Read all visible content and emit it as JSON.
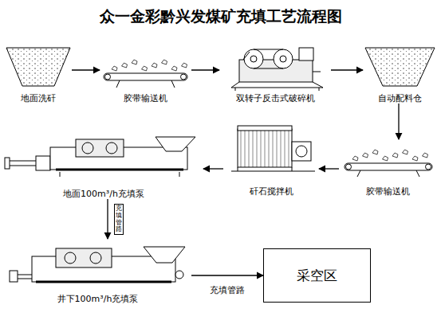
{
  "diagram": {
    "title": "众一金彩黔兴发煤矿充填工艺流程图",
    "nodes": [
      {
        "text": [
          "地面洗矸"
        ]
      },
      {
        "text": [
          "胶带输送机"
        ]
      },
      {
        "text": [
          "双转子反击式破碎机"
        ]
      },
      {
        "text": [
          "自动配料仓"
        ]
      },
      {
        "text": [
          "胶带输送机"
        ]
      },
      {
        "text": [
          "矸石搅拌机"
        ]
      },
      {
        "text": [
          "地面100m³/h充填泵"
        ]
      },
      {
        "text": [
          "井下100m³/h充填泵"
        ]
      },
      {
        "text": [
          "采空区"
        ]
      }
    ],
    "edges": [
      {
        "from": 0,
        "to": 1,
        "arrow": "to"
      },
      {
        "from": 1,
        "to": 2,
        "arrow": "to"
      },
      {
        "from": 2,
        "to": 3,
        "arrow": "to"
      },
      {
        "from": 3,
        "to": 4,
        "arrow": "to"
      },
      {
        "from": 4,
        "to": 5,
        "arrow": "to"
      },
      {
        "from": 5,
        "to": 6,
        "arrow": "to"
      },
      {
        "from": 6,
        "to": 7,
        "label": "充填管路",
        "arrow": "to"
      },
      {
        "from": 7,
        "to": 8,
        "label": "充填管路",
        "arrow": "to"
      }
    ]
  }
}
